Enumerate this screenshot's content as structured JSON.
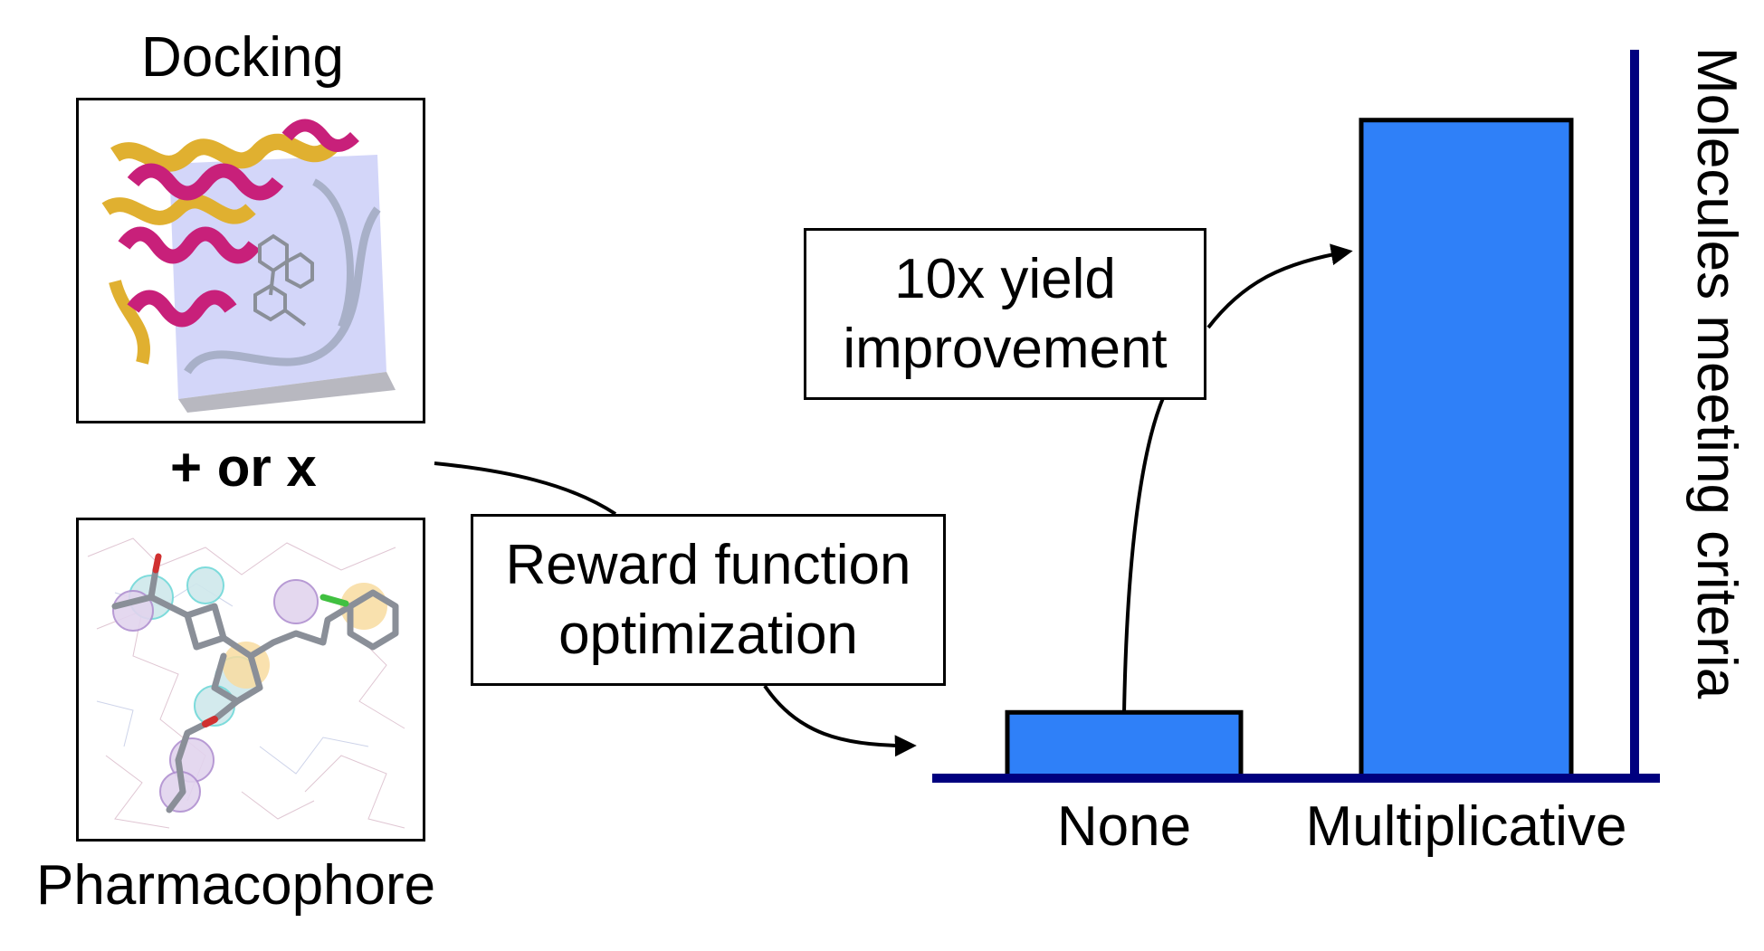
{
  "inputs": {
    "top_title": "Docking",
    "operator": "+ or x",
    "bottom_title": "Pharmacophore"
  },
  "reward_box": {
    "line1": "Reward function",
    "line2": "optimization"
  },
  "yield_box": {
    "line1": "10x yield",
    "line2": "improvement"
  },
  "chart_data": {
    "type": "bar",
    "categories": [
      "None",
      "Multiplicative"
    ],
    "values": [
      1,
      10
    ],
    "ylabel": "Molecules meeting criteria",
    "ylim": [
      0,
      11
    ],
    "bar_color": "#2f80f8",
    "axis_color": "#00007f"
  },
  "colors": {
    "protein_helix": "#c8207a",
    "protein_sheet": "#e0b030",
    "pocket": "#c8ccf8",
    "ligand": "#8a8f98"
  }
}
